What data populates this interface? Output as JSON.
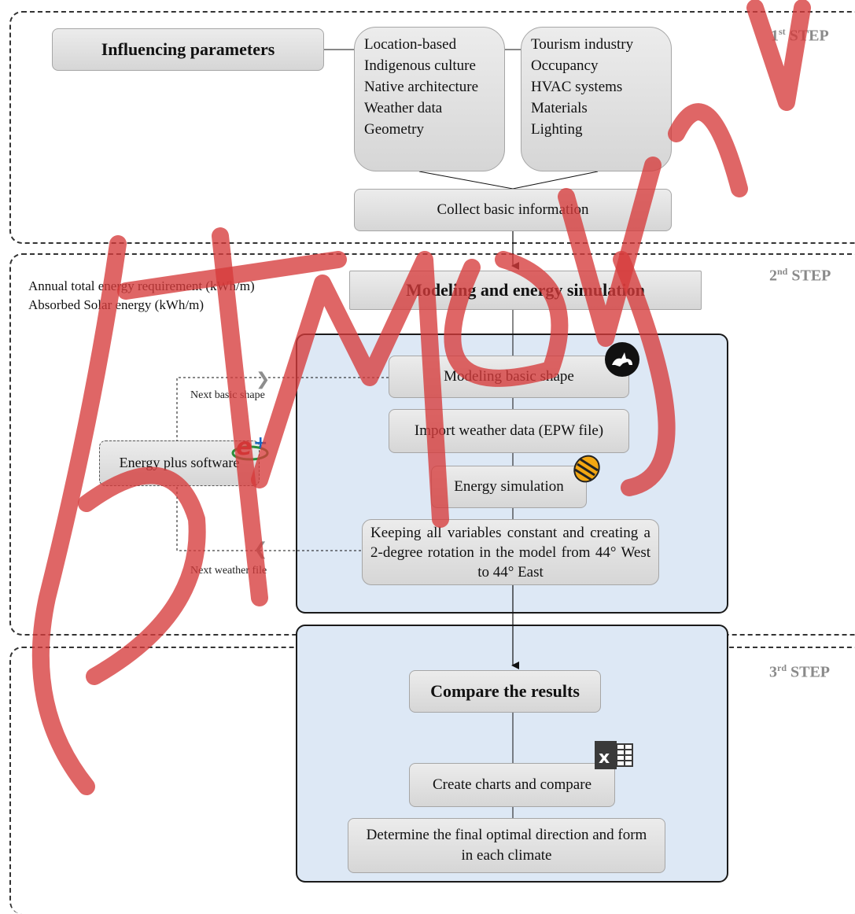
{
  "steps": {
    "step1": {
      "number": "1",
      "suffix": "st",
      "word": "STEP"
    },
    "step2": {
      "number": "2",
      "suffix": "nd",
      "word": "STEP"
    },
    "step3": {
      "number": "3",
      "suffix": "rd",
      "word": "STEP"
    }
  },
  "influencing_parameters": "Influencing parameters",
  "param_group_1": [
    "Location-based",
    "Indigenous culture",
    "Native architecture",
    "Weather data",
    "Geometry"
  ],
  "param_group_2": [
    "Tourism industry",
    "Occupancy",
    "HVAC systems",
    "Materials",
    "Lighting"
  ],
  "collect_info": "Collect basic information",
  "outputs": [
    "Annual total energy requirement (kWh/m)",
    "Absorbed Solar energy (kWh/m)"
  ],
  "modeling_simulation": "Modeling and energy simulation",
  "modeling_basic_shape": "Modeling basic shape",
  "import_weather": "Import weather data (EPW file)",
  "energy_simulation": "Energy simulation",
  "rotation_note": "Keeping all variables constant and creating a 2-degree rotation in the model from 44° West to 44° East",
  "energy_plus": "Energy plus software",
  "next_basic_shape": "Next basic shape",
  "next_weather_file": "Next weather file",
  "compare_results": "Compare the results",
  "create_charts": "Create charts and compare",
  "determine_direction": "Determine the final optimal direction and form in each climate",
  "watermark": "JDTM Mohi Yl",
  "icons": {
    "rhino": "rhino-logo-icon",
    "energyplus": "energyplus-logo-icon",
    "honeybee": "honeybee-logo-icon",
    "excel": "excel-logo-icon",
    "next_shape_arrow": "chevron-right-icon",
    "next_weather_arrow": "chevron-left-icon"
  },
  "colors": {
    "panel_fill": "#dde8f5",
    "box_fill": "#d9d9d9",
    "step_label": "#8a8a8a",
    "watermark": "#d63b3b"
  }
}
